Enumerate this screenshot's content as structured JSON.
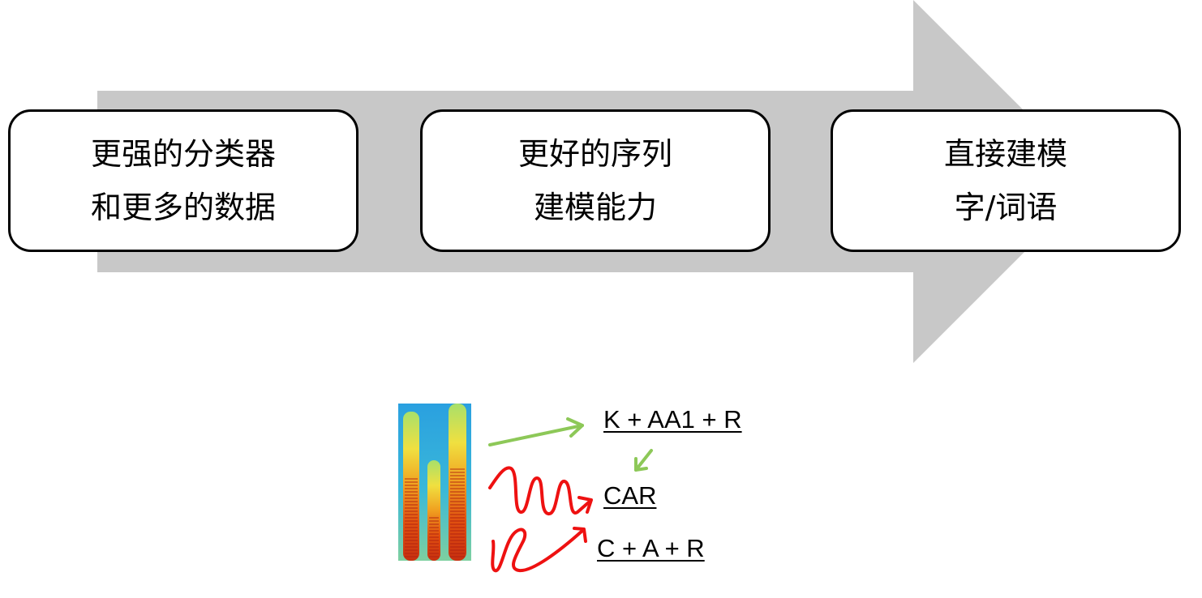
{
  "stages": [
    {
      "lines": [
        "更强的分类器",
        "和更多的数据"
      ]
    },
    {
      "lines": [
        "更好的序列",
        "建模能力"
      ]
    },
    {
      "lines": [
        "直接建模",
        "字/词语"
      ]
    }
  ],
  "outputs": {
    "phones": "K + AA1 + R",
    "word": "CAR",
    "chars": "C + A + R"
  },
  "colors": {
    "arrow_fill": "#c8c8c8",
    "box_border": "#000000",
    "green_arrow": "#8dc858",
    "red_arrow": "#ee1111"
  }
}
